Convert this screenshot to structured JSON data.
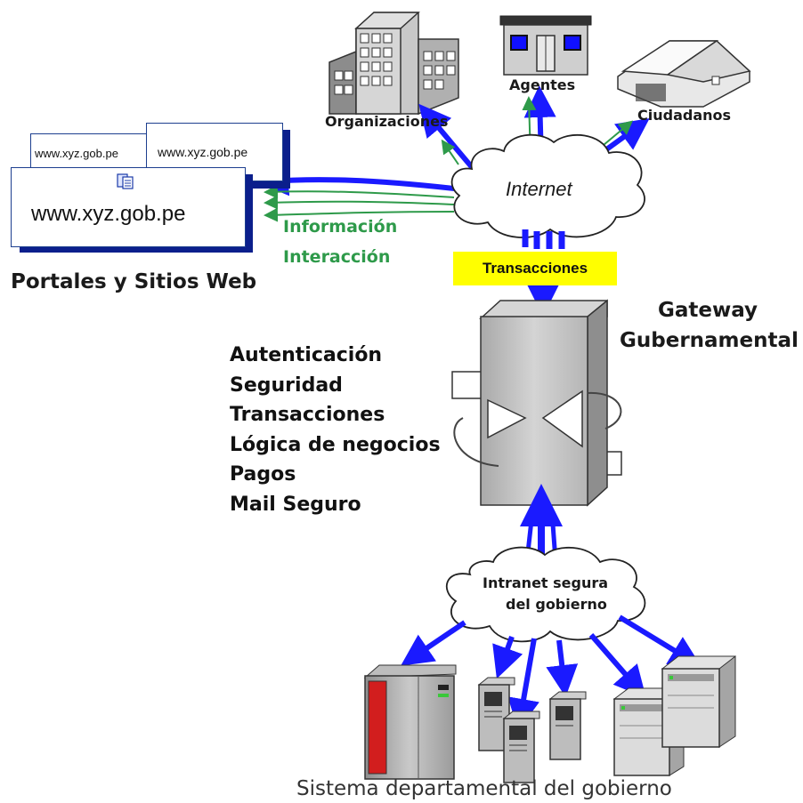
{
  "nodes": {
    "organizations": "Organizaciones",
    "agents": "Agentes",
    "citizens": "Ciudadanos",
    "internet": "Internet",
    "transactions": "Transacciones",
    "gateway_line1": "Gateway",
    "gateway_line2": "Gubernamental",
    "intranet_line1": "Intranet segura",
    "intranet_line2": "del gobierno",
    "department_systems": "Sistema departamental del gobierno"
  },
  "portals": {
    "label": "Portales y Sitios Web",
    "url_small_1": "www.xyz.gob.pe",
    "url_small_2": "www.xyz.gob.pe",
    "url_large": "www.xyz.gob.pe"
  },
  "flows": {
    "information": "Información",
    "interaction": "Interacción"
  },
  "gateway_functions": [
    "Autenticación",
    "Seguridad",
    "Transacciones",
    "Lógica de negocios",
    "Pagos",
    "Mail Seguro"
  ],
  "colors": {
    "arrow_blue": "#1a1aff",
    "flow_green": "#2e9a4a",
    "highlight_yellow": "#ffff00"
  }
}
